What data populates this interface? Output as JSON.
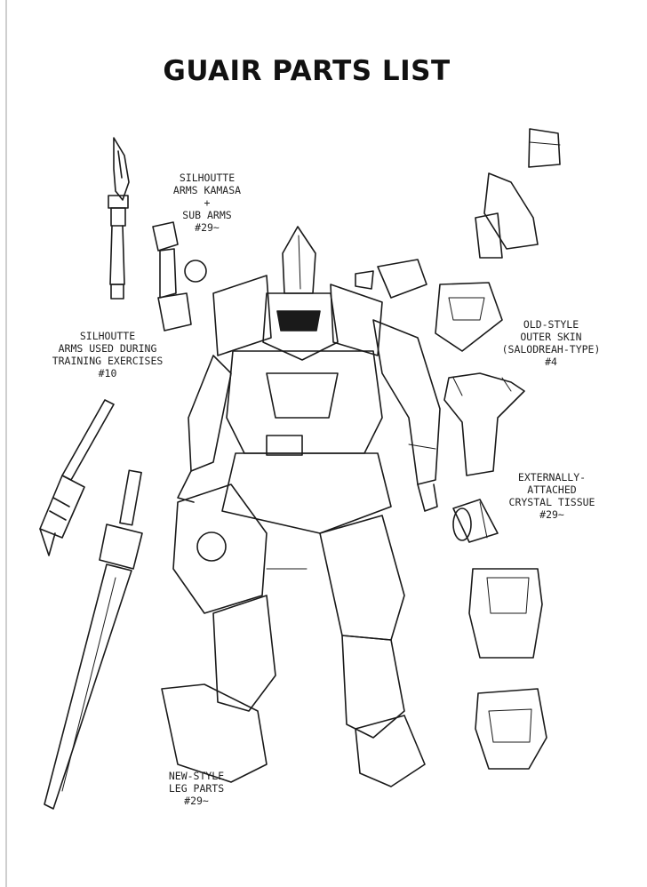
{
  "title": "GUAIR PARTS LIST",
  "labels": {
    "sub_arms": "SILHOUTTE\nARMS KAMASA\n+\nSUB ARMS\n#29~",
    "training": "SILHOUTTE\nARMS USED DURING\nTRAINING EXERCISES\n#10",
    "outer_skin": "OLD-STYLE\nOUTER SKIN\n(SALODREAH-TYPE)\n#4",
    "crystal": "EXTERNALLY-\nATTACHED\nCRYSTAL TISSUE\n#29~",
    "leg_parts": "NEW-STYLE\nLEG PARTS\n#29~"
  }
}
